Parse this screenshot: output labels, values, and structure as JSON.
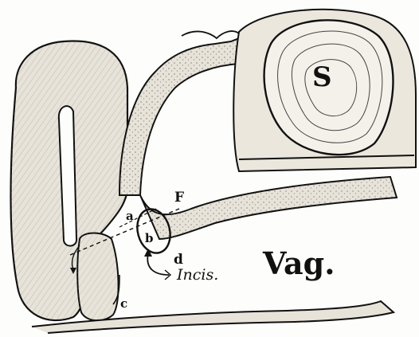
{
  "figure": {
    "labels": {
      "s": "S",
      "vag": "Vag.",
      "f": "F",
      "a": "a",
      "b": "b",
      "c": "c",
      "d": "d",
      "incis": "Incis."
    },
    "colors": {
      "ink": "#111111",
      "tissue": "#e7e3d9",
      "paper": "#fdfdfb"
    }
  }
}
